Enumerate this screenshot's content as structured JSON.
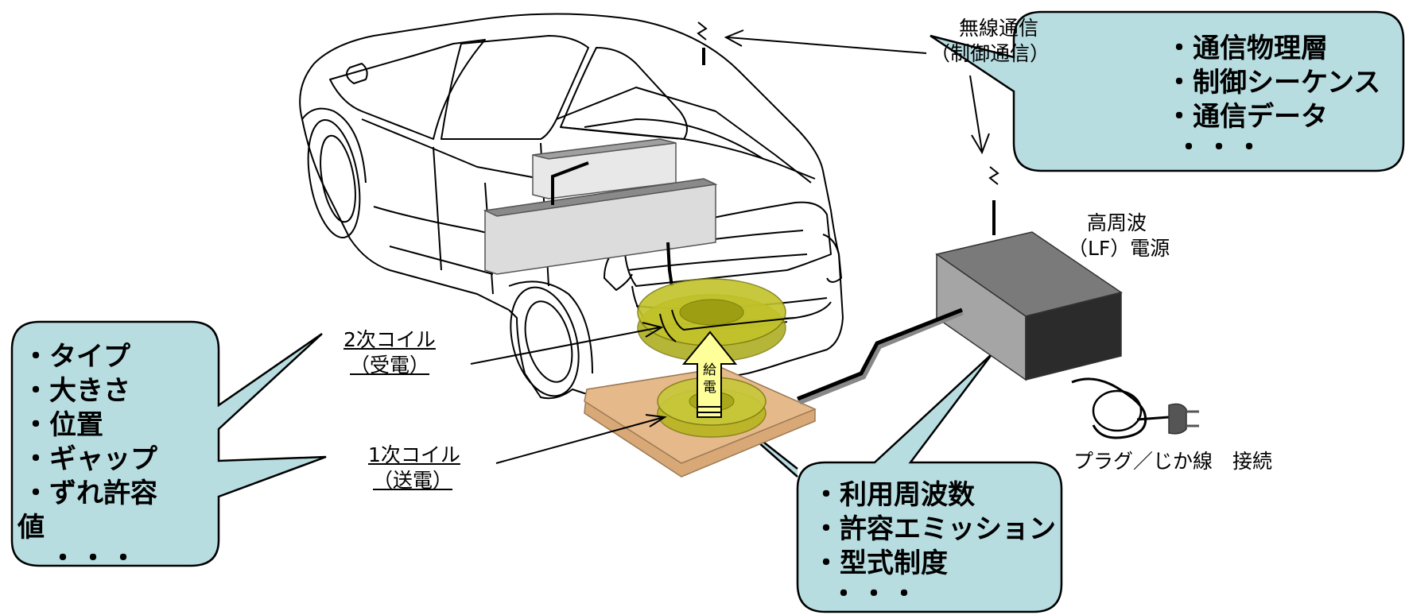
{
  "labels": {
    "wireless_line1": "無線通信",
    "wireless_line2": "（制御通信）",
    "hf_line1": "高周波",
    "hf_line2": "（LF）電源",
    "secondary_line1": "2次コイル",
    "secondary_line2": "（受電）",
    "primary_line1": "1次コイル",
    "primary_line2": "（送電）",
    "plug": "プラグ／じか線　接続",
    "feed_char1": "給",
    "feed_char2": "電"
  },
  "bubbles": {
    "comm": {
      "items": [
        "・通信物理層",
        "・制御シーケンス",
        "・通信データ"
      ],
      "ellipsis": "・・・"
    },
    "coil": {
      "items": [
        "・タイプ",
        "・大きさ",
        "・位置",
        "・ギャップ",
        "・ずれ許容",
        "値"
      ],
      "ellipsis": "・・・"
    },
    "power": {
      "items": [
        "・利用周波数",
        "・許容エミッション",
        "・型式制度"
      ],
      "ellipsis": "・・・"
    }
  },
  "colors": {
    "bubble_fill": "#b7dde0",
    "coil_fill": "#b5b51a",
    "pad_fill": "#e6b98a",
    "arrow_fill": "#ffff99",
    "box_side": "#2b2b2b",
    "box_top": "#7a7a7a"
  },
  "icons": [
    "wireless-antenna-icon",
    "plug-icon"
  ]
}
